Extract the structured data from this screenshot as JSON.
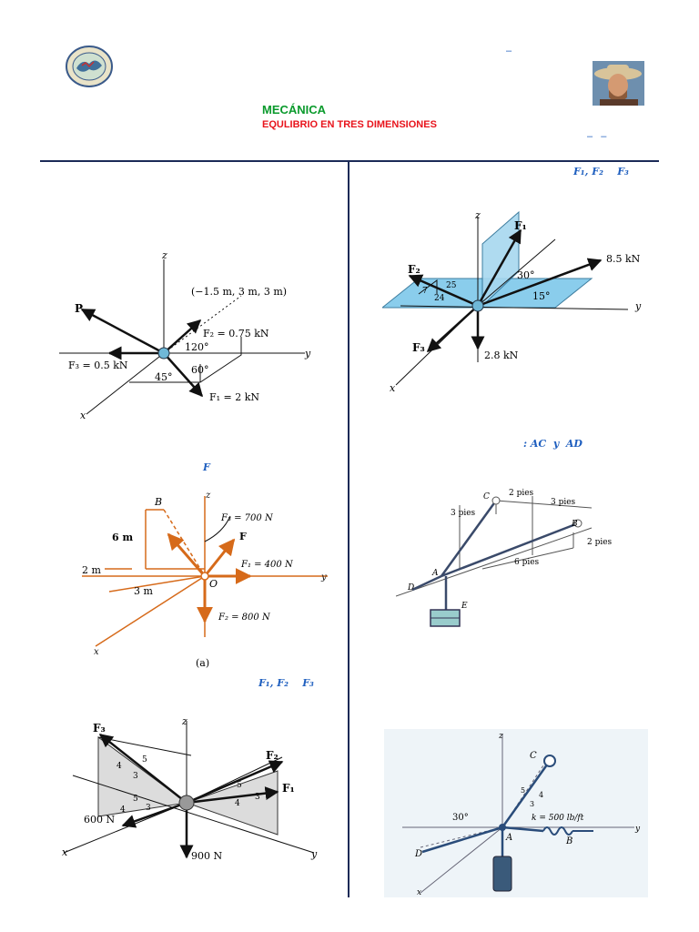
{
  "header": {
    "title": "MECÁNICA",
    "subtitle": "EQULIBRIO EN TRES DIMENSIONES",
    "dash_top": "–",
    "dash_right": "–   –"
  },
  "problems": {
    "p2_label": "F₁, F₂    F₃",
    "p4_label": ": AC  y  AD",
    "p3_label": "F",
    "p5_label": "F₁, F₂    F₃"
  },
  "fig1": {
    "z": "z",
    "y": "y",
    "x": "x",
    "P": "P",
    "point": "(−1.5 m, 3 m, 3 m)",
    "f2": "F₂ = 0.75 kN",
    "f3": "F₃ = 0.5 kN",
    "f1": "F₁ = 2 kN",
    "a120": "120°",
    "a60": "60°",
    "a45": "45°"
  },
  "fig2": {
    "z": "z",
    "y": "y",
    "x": "x",
    "f1": "F₁",
    "f2": "F₂",
    "f3": "F₃",
    "f85": "8.5 kN",
    "f28": "2.8 kN",
    "a30": "30°",
    "a15": "15°",
    "n7": "7",
    "n24": "24",
    "n25": "25"
  },
  "fig3": {
    "z": "z",
    "y": "y",
    "x": "x",
    "B": "B",
    "O": "O",
    "F": "F",
    "f3": "F₃ = 700 N",
    "f1": "F₁ = 400 N",
    "f2": "F₂ = 800 N",
    "d6": "6 m",
    "d2": "2 m",
    "d3": "3 m",
    "caption": "(a)"
  },
  "fig4": {
    "C": "C",
    "B": "B",
    "A": "A",
    "D": "D",
    "E": "E",
    "d2a": "2 pies",
    "d3a": "3 pies",
    "d3b": "3 pies",
    "d2b": "2 pies",
    "d6": "6 pies"
  },
  "fig5": {
    "z": "z",
    "y": "y",
    "x": "x",
    "f1": "F₁",
    "f2": "F₂",
    "f3": "F₃",
    "n600": "600 N",
    "n900": "900 N",
    "n5a": "5",
    "n4a": "4",
    "n3a": "3",
    "n5b": "5",
    "n4b": "4",
    "n3b": "3",
    "n5c": "5",
    "n4c": "4",
    "n3c": "3"
  },
  "fig6": {
    "z": "z",
    "y": "y",
    "x": "x",
    "C": "C",
    "A": "A",
    "B": "B",
    "D": "D",
    "a30": "30°",
    "k": "k = 500 lb/ft",
    "n5": "5",
    "n3": "3",
    "n4": "4"
  },
  "colors": {
    "rule": "#1b2a57",
    "orange": "#d66a1a",
    "cyan": "#7ec8ea",
    "gray_panel": "#dcdcdc"
  }
}
